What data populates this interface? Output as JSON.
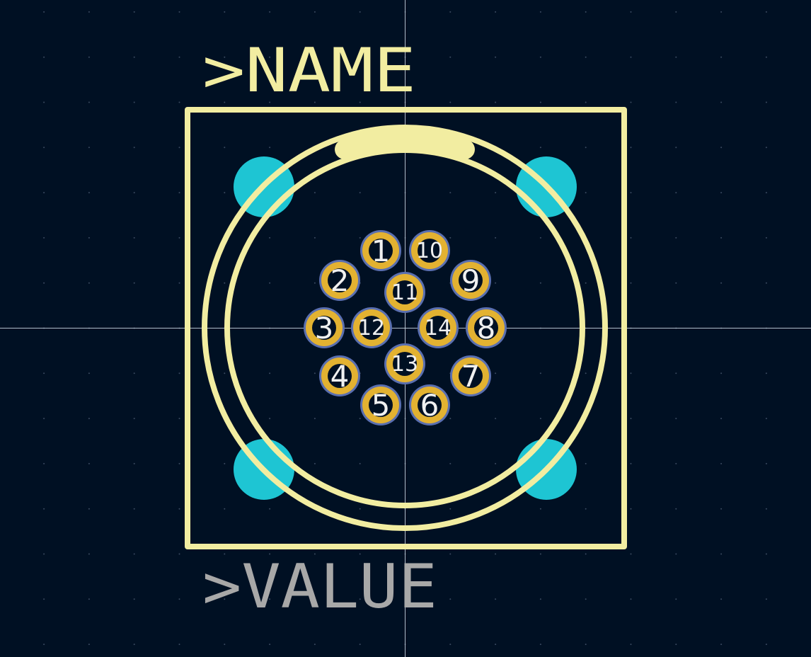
{
  "view": {
    "background": "#001023",
    "grid_dot_color": "#3a4a60",
    "crosshair_color": "#c8d0dc"
  },
  "footprint": {
    "name_label": ">NAME",
    "value_label": ">VALUE",
    "silkscreen_color": "#f2eda1",
    "value_color": "#a8a8a8",
    "mounting_hole_color": "#1ec5d3",
    "pad_ring_color": "#e3b231",
    "pad_outline_color": "#5a6fb0",
    "pad_number_color": "#f0f0f0",
    "pads": [
      {
        "number": "1"
      },
      {
        "number": "2"
      },
      {
        "number": "3"
      },
      {
        "number": "4"
      },
      {
        "number": "5"
      },
      {
        "number": "6"
      },
      {
        "number": "7"
      },
      {
        "number": "8"
      },
      {
        "number": "9"
      },
      {
        "number": "10"
      },
      {
        "number": "11"
      },
      {
        "number": "12"
      },
      {
        "number": "13"
      },
      {
        "number": "14"
      }
    ]
  }
}
